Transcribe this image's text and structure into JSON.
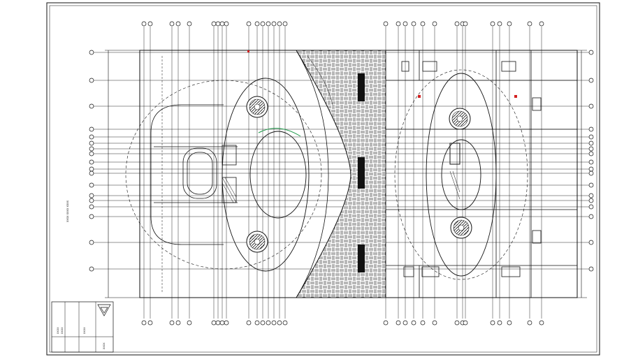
{
  "drawing": {
    "type": "architectural floor plan",
    "background": "#ffffff",
    "line_color": "#111111",
    "accent_colors": {
      "red_marks": "#d32020",
      "green_marks": "#1e9a4a"
    },
    "side_note": "xxxx xxxx xxxx",
    "title_block": {
      "lines": [
        "xxxx",
        "xxxx",
        "xxxx",
        "xxxx"
      ],
      "logo": "triangle-logo-icon"
    },
    "features": {
      "central_paved_band": "hatched-paving",
      "round_planters": 4,
      "oval_courts": 2
    }
  }
}
